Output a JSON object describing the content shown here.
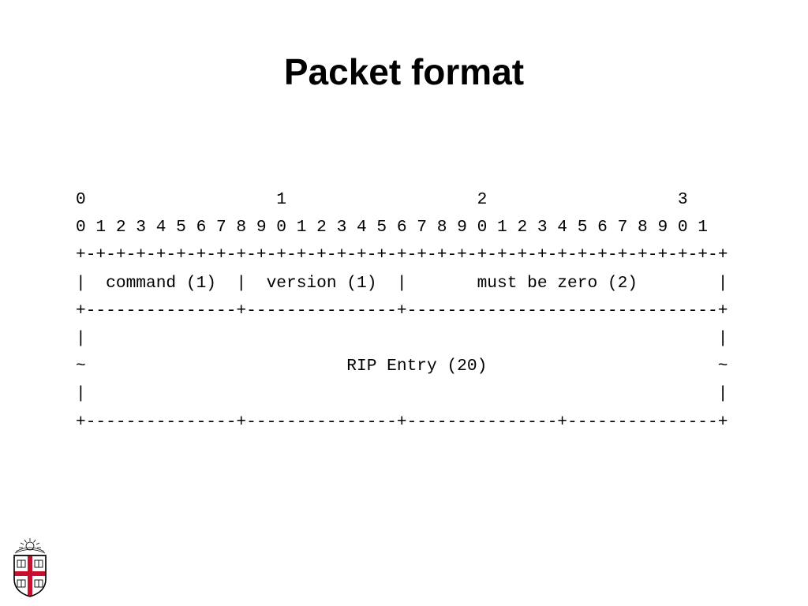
{
  "slide": {
    "title": "Packet format",
    "diagram_lines": [
      "0                   1                   2                   3",
      "0 1 2 3 4 5 6 7 8 9 0 1 2 3 4 5 6 7 8 9 0 1 2 3 4 5 6 7 8 9 0 1",
      "+-+-+-+-+-+-+-+-+-+-+-+-+-+-+-+-+-+-+-+-+-+-+-+-+-+-+-+-+-+-+-+-+",
      "|  command (1)  |  version (1)  |       must be zero (2)        |",
      "+---------------+---------------+-------------------------------+",
      "|                                                               |",
      "~                          RIP Entry (20)                       ~",
      "|                                                               |",
      "+---------------+---------------+---------------+---------------+"
    ],
    "logo": {
      "icon": "university-crest-icon",
      "colors": {
        "cross": "#c8102e",
        "outline": "#000000",
        "field": "#ffffff"
      }
    }
  }
}
